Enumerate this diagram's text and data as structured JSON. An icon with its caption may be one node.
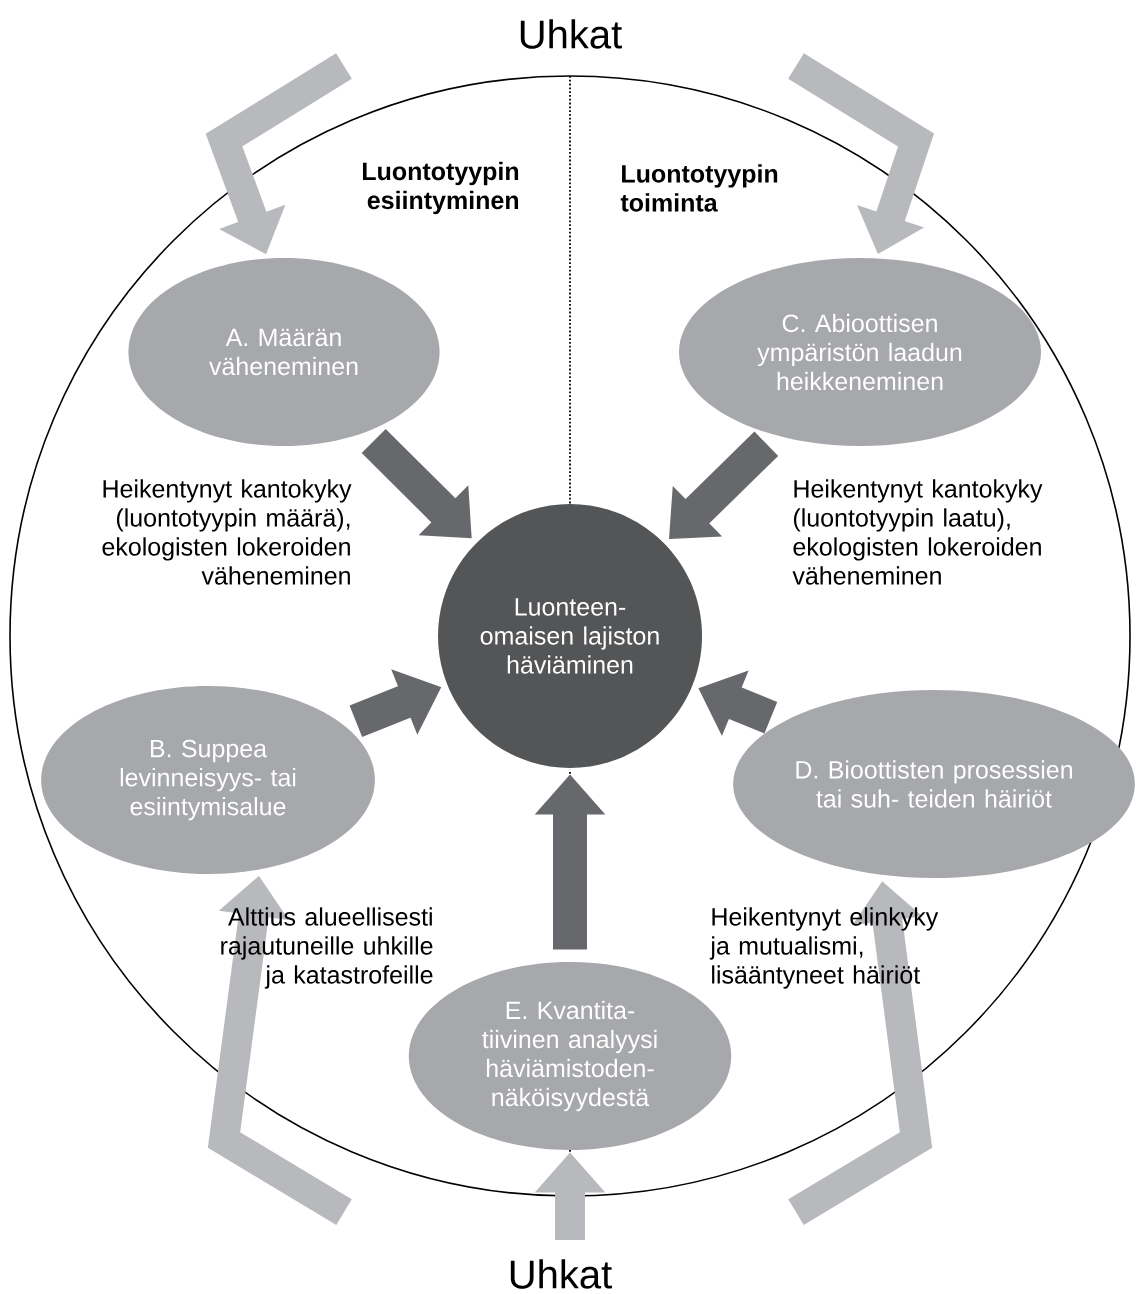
{
  "diagram": {
    "nodes": [
      {
        "text": [
          "A. Määrän väheneminen"
        ]
      },
      {
        "text": [
          "C. Abioottisen ympäristön laadun heikkeneminen"
        ]
      },
      {
        "text": [
          "Luonteen- omaisen lajiston häviäminen"
        ]
      },
      {
        "text": [
          "B. Suppea levinneisyys- tai esiintymisalue"
        ]
      },
      {
        "text": [
          "D. Bioottisten prosessien tai suh- teiden häiriöt"
        ]
      },
      {
        "text": [
          "E. Kvantita- tiivinen analyysi häviämistoden- näköisyydestä"
        ]
      }
    ],
    "edges": [
      {
        "from": null,
        "to": 0,
        "arrow": "to",
        "color": "#b8b9bd"
      },
      {
        "from": null,
        "to": 1,
        "arrow": "to",
        "color": "#b8b9bd"
      },
      {
        "from": 0,
        "to": 2,
        "arrow": "to",
        "color": "#67686c"
      },
      {
        "from": 1,
        "to": 2,
        "arrow": "to",
        "color": "#67686c"
      },
      {
        "from": 3,
        "to": 2,
        "arrow": "to",
        "color": "#67686c"
      },
      {
        "from": 4,
        "to": 2,
        "arrow": "to",
        "color": "#67686c"
      },
      {
        "from": 5,
        "to": 2,
        "arrow": "to",
        "color": "#67686c"
      },
      {
        "from": null,
        "to": 3,
        "arrow": "to",
        "color": "#b8b9bd"
      },
      {
        "from": null,
        "to": 4,
        "arrow": "to",
        "color": "#b8b9bd"
      },
      {
        "from": null,
        "to": 5,
        "arrow": "to",
        "color": "#b8b9bd"
      }
    ],
    "labels": [
      "Uhkat",
      "Luontotyypin esiintyminen",
      "Luontotyypin toiminta",
      "Heikentynyt kantokyky (luontotyypin määrä), ekologisten lokeroiden väheneminen",
      "Heikentynyt kantokyky (luontotyypin laatu), ekologisten lokeroiden väheneminen",
      "Alttius alueellisesti rajautuneille uhkille ja katastrofeille",
      "Heikentynyt elinkyky ja mutualismi, lisääntyneet häiriöt",
      "Uhkat"
    ]
  }
}
